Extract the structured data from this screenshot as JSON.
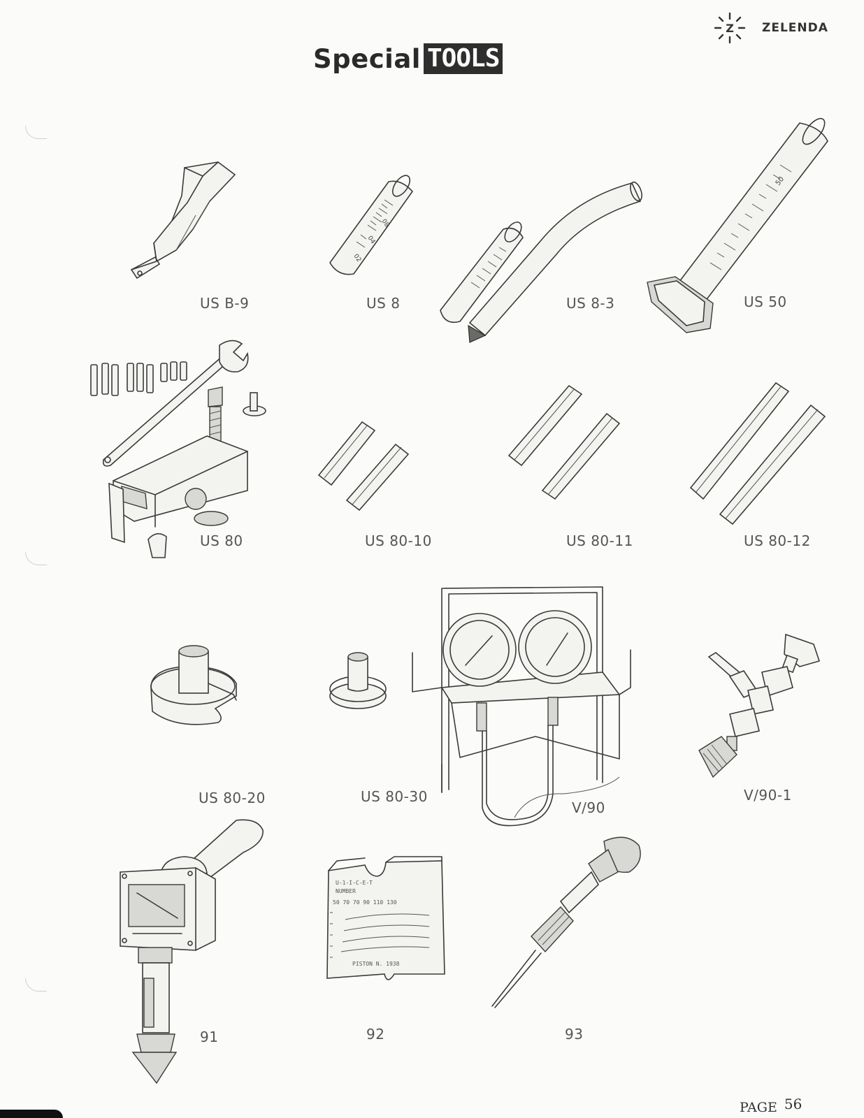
{
  "header": {
    "title_word": "Special",
    "title_tag": "TOOLS",
    "brand": "ZELENDA",
    "logo_letter": "Z"
  },
  "tools": [
    {
      "id": "usb9",
      "label": "US B-9",
      "icon": "angled-tube-tool-icon"
    },
    {
      "id": "us8",
      "label": "US 8",
      "icon": "graduated-tube-icon"
    },
    {
      "id": "us83",
      "label": "US 8-3",
      "icon": "graduated-tube-with-hose-icon"
    },
    {
      "id": "us50",
      "label": "US 50",
      "icon": "graduated-cylinder-icon"
    },
    {
      "id": "us80",
      "label": "US 80",
      "icon": "clamp-fixture-with-wrench-icon"
    },
    {
      "id": "us8010",
      "label": "US 80-10",
      "icon": "short-bar-pair-icon"
    },
    {
      "id": "us8011",
      "label": "US 80-11",
      "icon": "medium-bar-pair-icon"
    },
    {
      "id": "us8012",
      "label": "US 80-12",
      "icon": "long-bar-pair-icon"
    },
    {
      "id": "us8020",
      "label": "US 80-20",
      "icon": "slotted-collar-icon"
    },
    {
      "id": "us8030",
      "label": "US 80-30",
      "icon": "pin-spacer-icon"
    },
    {
      "id": "v90",
      "label": "V/90",
      "icon": "twin-vacuum-gauge-icon"
    },
    {
      "id": "v901",
      "label": "V/90-1",
      "icon": "valve-adapter-icon"
    },
    {
      "id": "t91",
      "label": "91",
      "icon": "gauge-probe-icon"
    },
    {
      "id": "t92",
      "label": "92",
      "icon": "calibration-card-icon"
    },
    {
      "id": "t93",
      "label": "93",
      "icon": "screwdriver-probe-icon"
    }
  ],
  "card_92": {
    "line1": "U-1-I-C-E-T",
    "line2": "NUMBER",
    "line3": "50  70  70  90  110  130",
    "footer": "PISTON N. 1938"
  },
  "footer": {
    "page_label": "PAGE",
    "page_number": "56"
  }
}
